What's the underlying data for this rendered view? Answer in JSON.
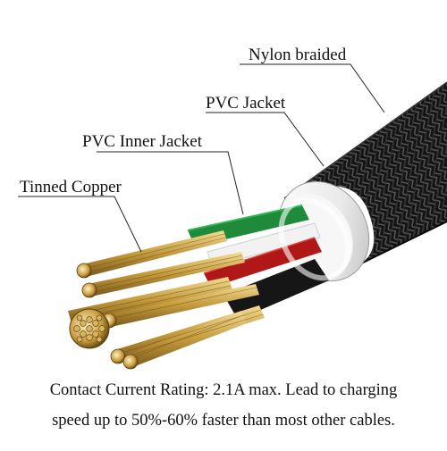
{
  "labels": {
    "nylon_braided": "Nylon braided",
    "pvc_jacket": "PVC Jacket",
    "pvc_inner_jacket": "PVC Inner Jacket",
    "tinned_copper": "Tinned Copper"
  },
  "caption": {
    "line1": "Contact Current Rating: 2.1A max. Lead to charging",
    "line2": "speed up to 50%-60% faster than most other cables."
  },
  "colors": {
    "braid": "#1a1a1a",
    "pvc_jacket": "#f2f2f2",
    "inner_green": "#1e8a3a",
    "inner_white": "#eeeeee",
    "inner_red": "#b01818",
    "inner_black": "#161616",
    "copper": "#c9a24a"
  }
}
